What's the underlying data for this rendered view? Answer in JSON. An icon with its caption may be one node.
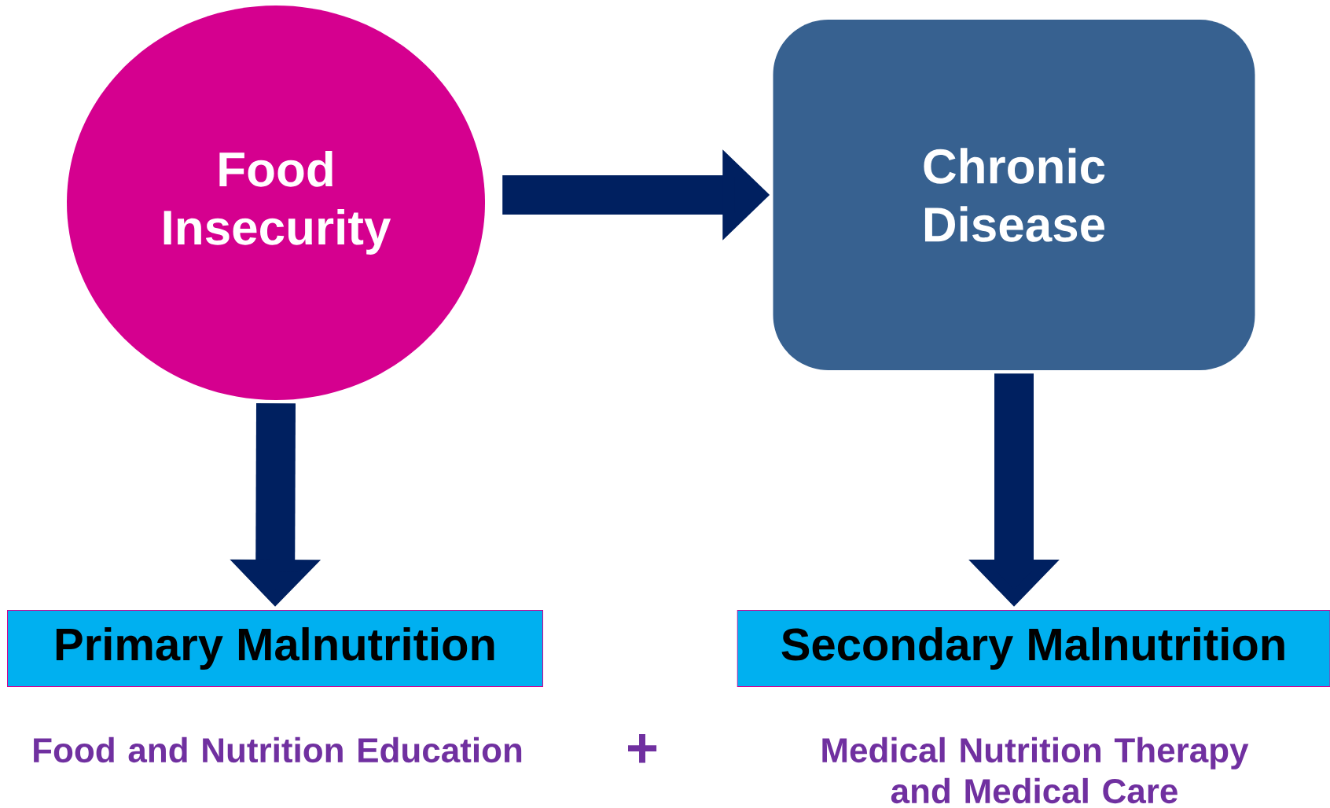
{
  "diagram": {
    "nodes": [
      {
        "text": [
          "Food Insecurity"
        ]
      },
      {
        "text": [
          "Chronic Disease"
        ]
      },
      {
        "text": [
          "Primary Malnutrition"
        ]
      },
      {
        "text": [
          "Secondary Malnutrition"
        ]
      }
    ],
    "edges": [
      {
        "from": 0,
        "to": 1,
        "arrow": "to"
      },
      {
        "from": 0,
        "to": 2,
        "arrow": "to"
      },
      {
        "from": 1,
        "to": 3,
        "arrow": "to"
      }
    ],
    "labels": [
      "Food and Nutrition Education",
      "+",
      "Medical Nutrition Therapy and Medical Care"
    ]
  }
}
